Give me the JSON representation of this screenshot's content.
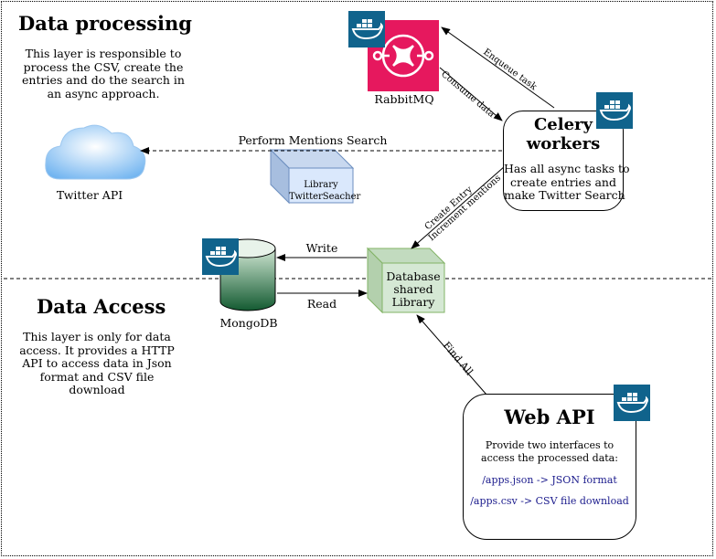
{
  "sections": {
    "processing": {
      "title": "Data processing",
      "description": [
        "This layer is responsible to",
        "process the CSV, create the",
        "entries and do the search in",
        "an async approach."
      ]
    },
    "access": {
      "title": "Data Access",
      "description": [
        "This layer is only for data",
        "access. It provides a HTTP",
        "API to access data in Json",
        "format and CSV file",
        "download"
      ]
    }
  },
  "nodes": {
    "rabbitmq": {
      "label": "RabbitMQ",
      "color": "#e6185e"
    },
    "celery": {
      "title_line1": "Celery",
      "title_line2": "workers",
      "desc": [
        "Has all async tasks to",
        "create entries and",
        "make Twitter Search"
      ]
    },
    "twitter": {
      "label": "Twitter API"
    },
    "library": {
      "line1": "Library",
      "line2": "TwitterSeacher"
    },
    "mongodb": {
      "label": "MongoDB"
    },
    "database": {
      "line1": "Database",
      "line2": "shared",
      "line3": "Library"
    },
    "webapi": {
      "title": "Web API",
      "desc": [
        "Provide two interfaces to",
        "access the processed data:"
      ],
      "link_json": "/apps.json -> JSON format",
      "link_csv": "/apps.csv -> CSV file download"
    }
  },
  "edges": {
    "enqueue": "Enqueue task",
    "consume": "Consume data",
    "mentions": "Perform Mentions Search",
    "create_entry": "Create Entry",
    "increment": "Increment mentions",
    "write": "Write",
    "read": "Read",
    "find_all": "Find All"
  },
  "colors": {
    "docker": "#10638c",
    "mongo_top": "#cfe6d2",
    "mongo_bottom": "#135a31",
    "database_fill": "#d5e8d4",
    "database_stroke": "#82b366",
    "library_fill": "#dae8fc",
    "library_stroke": "#6c8ebf",
    "link_text": "#1a1a8c"
  }
}
